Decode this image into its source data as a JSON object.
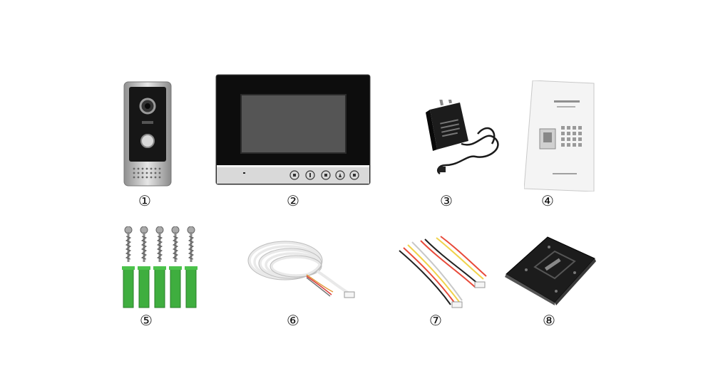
{
  "items": [
    {
      "label": "①"
    },
    {
      "label": "②"
    },
    {
      "label": "③"
    },
    {
      "label": "④"
    },
    {
      "label": "⑤"
    },
    {
      "label": "⑥"
    },
    {
      "label": "⑦"
    },
    {
      "label": "⑧"
    }
  ],
  "colors": {
    "monitor_frame": "#0d0d0d",
    "screen": "#555555",
    "anchor_green": "#3fae3f",
    "panel_silver": "#c8c8c8",
    "cable_white": "#f2f2f2"
  }
}
